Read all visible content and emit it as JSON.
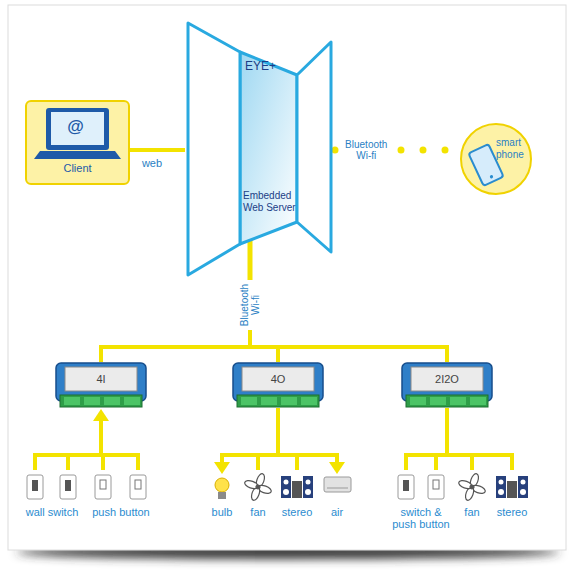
{
  "diagram": {
    "nodes": [
      {
        "text": [
          "EYE+",
          "Embedded Web Server"
        ]
      },
      {
        "text": [
          "@",
          "Client"
        ]
      },
      {
        "text": [
          "smart phone"
        ]
      },
      {
        "text": [
          "4I"
        ]
      },
      {
        "text": [
          "4O"
        ]
      },
      {
        "text": [
          "2I2O"
        ]
      }
    ],
    "edges": [
      {
        "from": 1,
        "to": 0,
        "arrow": "none",
        "label": "web"
      },
      {
        "from": 0,
        "to": 2,
        "arrow": "none",
        "label": "Bluetooth Wi-fi"
      },
      {
        "from": 0,
        "to": 3,
        "arrow": "none"
      },
      {
        "from": 0,
        "to": 4,
        "arrow": "none",
        "label": "Bluetooth Wi-fi"
      },
      {
        "from": 0,
        "to": 5,
        "arrow": "none"
      }
    ],
    "labels": [
      "wall switch",
      "push button",
      "bulb",
      "fan",
      "stereo",
      "air",
      "switch & push button",
      "fan",
      "stereo"
    ]
  }
}
